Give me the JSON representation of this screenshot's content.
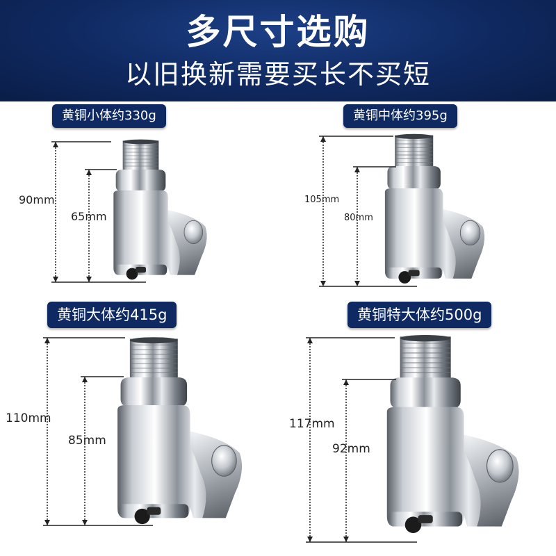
{
  "header": {
    "title": "多尺寸选购",
    "subtitle": "以旧换新需要买长不买短"
  },
  "products": [
    {
      "label": "黄铜小体约330g",
      "total_height": "90mm",
      "body_height": "65mm"
    },
    {
      "label": "黄铜中体约395g",
      "total_height": "105mm",
      "body_height": "80mm"
    },
    {
      "label": "黄铜大体约415g",
      "total_height": "110mm",
      "body_height": "85mm"
    },
    {
      "label": "黄铜特大体约500g",
      "total_height": "117mm",
      "body_height": "92mm"
    }
  ],
  "colors": {
    "header_bg": "#0f2960",
    "tag_bg": "#0f2a62",
    "text_on_dark": "#ffffff"
  }
}
